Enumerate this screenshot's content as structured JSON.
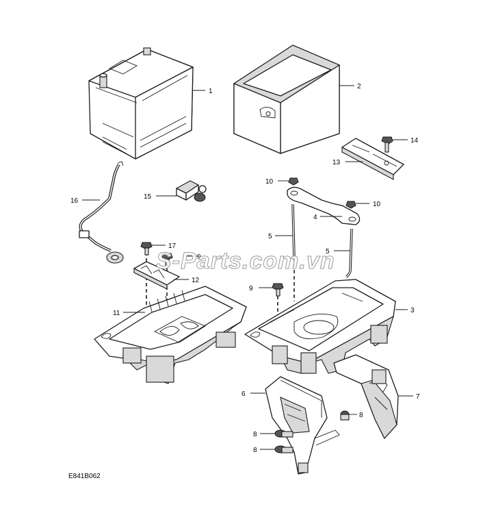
{
  "figure_code": "E841B062",
  "watermark": "S-Parts.com.vn",
  "callouts": {
    "c1": "1",
    "c2": "2",
    "c3": "3",
    "c4": "4",
    "c5a": "5",
    "c5b": "5",
    "c6": "6",
    "c7": "7",
    "c8a": "8",
    "c8b": "8",
    "c8c": "8",
    "c9a": "9",
    "c9b": "9",
    "c10a": "10",
    "c10b": "10",
    "c11": "11",
    "c12": "12",
    "c13": "13",
    "c14": "14",
    "c15": "15",
    "c16": "16",
    "c17": "17"
  }
}
